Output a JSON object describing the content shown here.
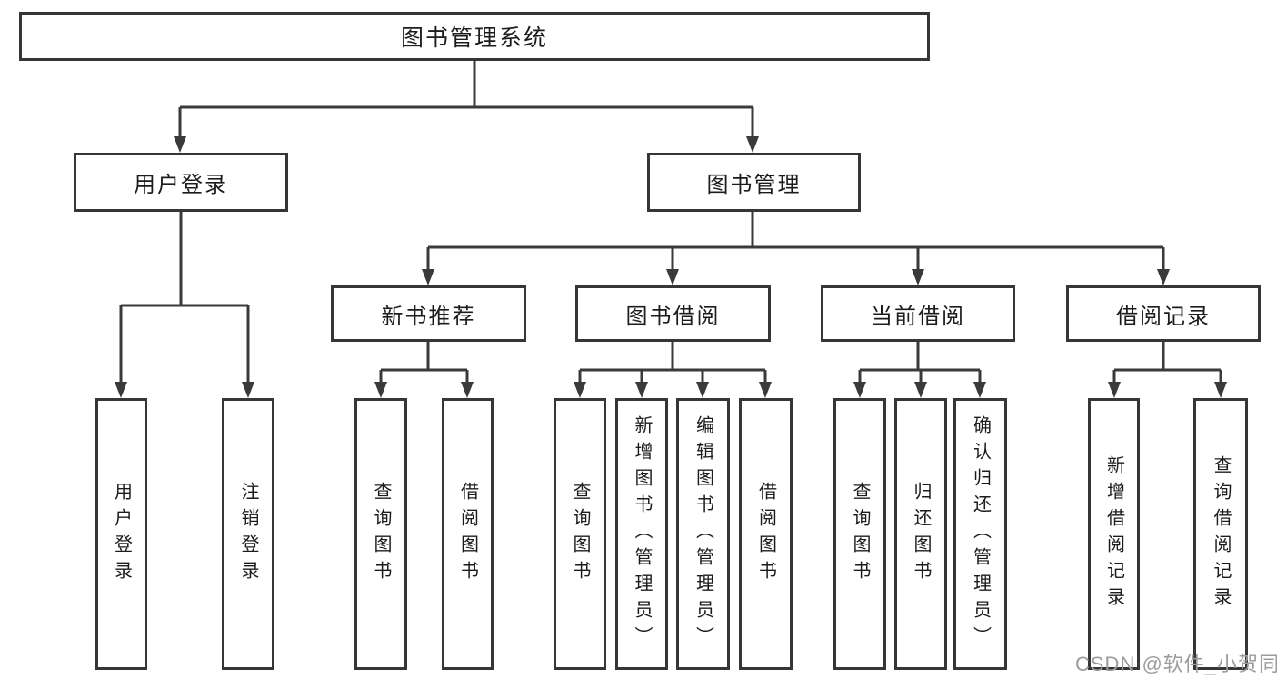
{
  "tree": {
    "label": "图书管理系统",
    "children": [
      {
        "label": "用户登录",
        "children": [
          {
            "label": "用户登录"
          },
          {
            "label": "注销登录"
          }
        ]
      },
      {
        "label": "图书管理",
        "children": [
          {
            "label": "新书推荐",
            "children": [
              {
                "label": "查询图书"
              },
              {
                "label": "借阅图书"
              }
            ]
          },
          {
            "label": "图书借阅",
            "children": [
              {
                "label": "查询图书"
              },
              {
                "label": "新增图书（管理员）"
              },
              {
                "label": "编辑图书（管理员）"
              },
              {
                "label": "借阅图书"
              }
            ]
          },
          {
            "label": "当前借阅",
            "children": [
              {
                "label": "查询图书"
              },
              {
                "label": "归还图书"
              },
              {
                "label": "确认归还（管理员）"
              }
            ]
          },
          {
            "label": "借阅记录",
            "children": [
              {
                "label": "新增借阅记录"
              },
              {
                "label": "查询借阅记录"
              }
            ]
          }
        ]
      }
    ]
  },
  "watermark": {
    "text": "CSDN @软件_小贺同学",
    "color": "#9c9c9c"
  },
  "style": {
    "background": "#ffffff",
    "line_color": "#3a3a3a",
    "box_border_color": "#363636",
    "text_color": "#1c1c1c"
  }
}
